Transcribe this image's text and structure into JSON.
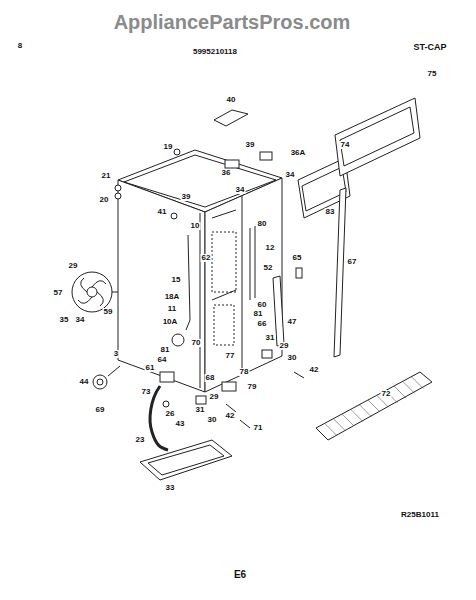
{
  "diagram": {
    "labels": [
      "AppliancePartsPros.com",
      "8",
      "5995210118",
      "ST-CAP",
      "40",
      "75",
      "19",
      "39",
      "36A",
      "74",
      "21",
      "36",
      "34",
      "20",
      "39",
      "34",
      "83",
      "41",
      "10",
      "80",
      "12",
      "65",
      "67",
      "29",
      "62",
      "57",
      "15",
      "52",
      "18A",
      "60",
      "35",
      "34",
      "59",
      "11",
      "81",
      "10A",
      "47",
      "70",
      "66",
      "31",
      "81",
      "77",
      "29",
      "64",
      "30",
      "3",
      "61",
      "78",
      "42",
      "68",
      "79",
      "44",
      "73",
      "29",
      "31",
      "30",
      "42",
      "69",
      "26",
      "43",
      "71",
      "72",
      "23",
      "33",
      "R25B1011",
      "E6"
    ]
  }
}
